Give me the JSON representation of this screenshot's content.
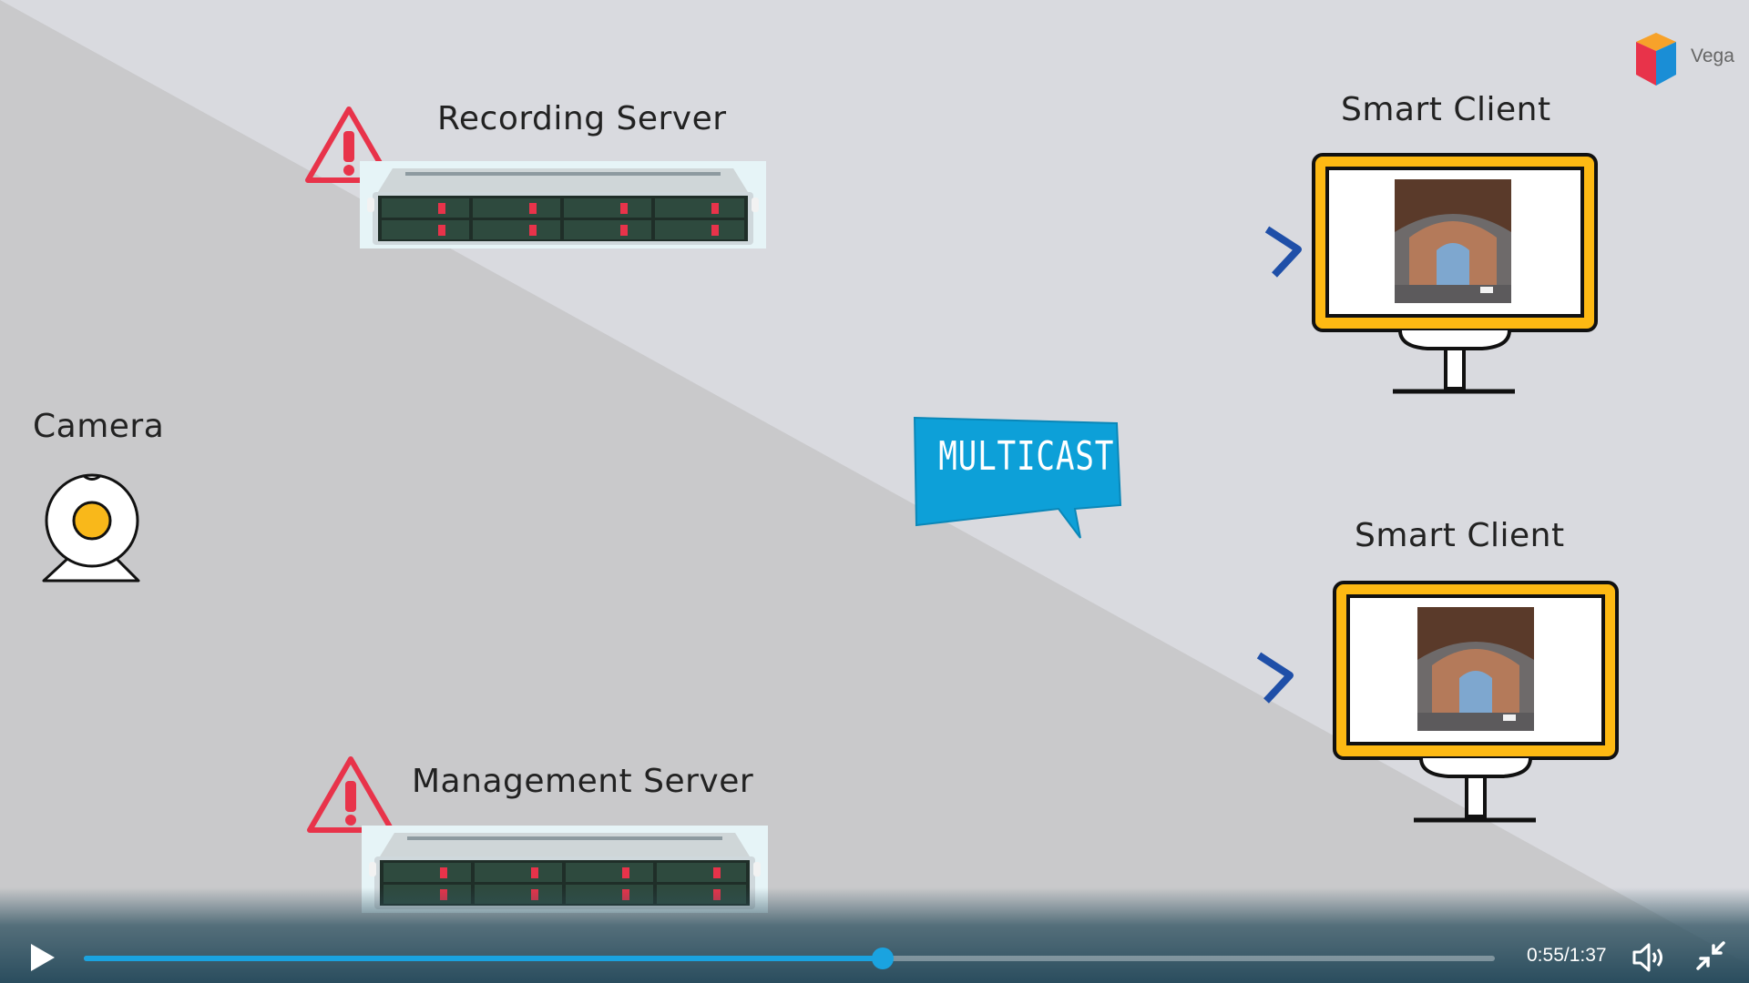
{
  "slide": {
    "recording_server_label": "Recording Server",
    "management_server_label": "Management Server",
    "camera_label": "Camera",
    "smart_client_top_label": "Smart Client",
    "smart_client_bottom_label": "Smart Client",
    "bubble_text": "Multicast",
    "logo_text": "Vega",
    "colors": {
      "background_light": "#d8d9de",
      "background_dark": "#c8c8ca",
      "warning_red": "#e8334a",
      "monitor_yellow": "#fdb913",
      "bubble_blue": "#0da0d8",
      "chevron_blue": "#1f4fa8",
      "camera_yellow": "#f9b81a"
    },
    "icons": [
      "warning-icon",
      "server-rack",
      "webcam-icon",
      "monitor-icon",
      "speech-bubble",
      "chevron-right-icon",
      "cube-logo"
    ]
  },
  "player": {
    "time_display": "0:55/1:37",
    "progress_fraction": 0.566,
    "accent_color": "#1aa3e0",
    "icons": [
      "play-icon",
      "volume-icon",
      "exit-fullscreen-icon"
    ]
  }
}
